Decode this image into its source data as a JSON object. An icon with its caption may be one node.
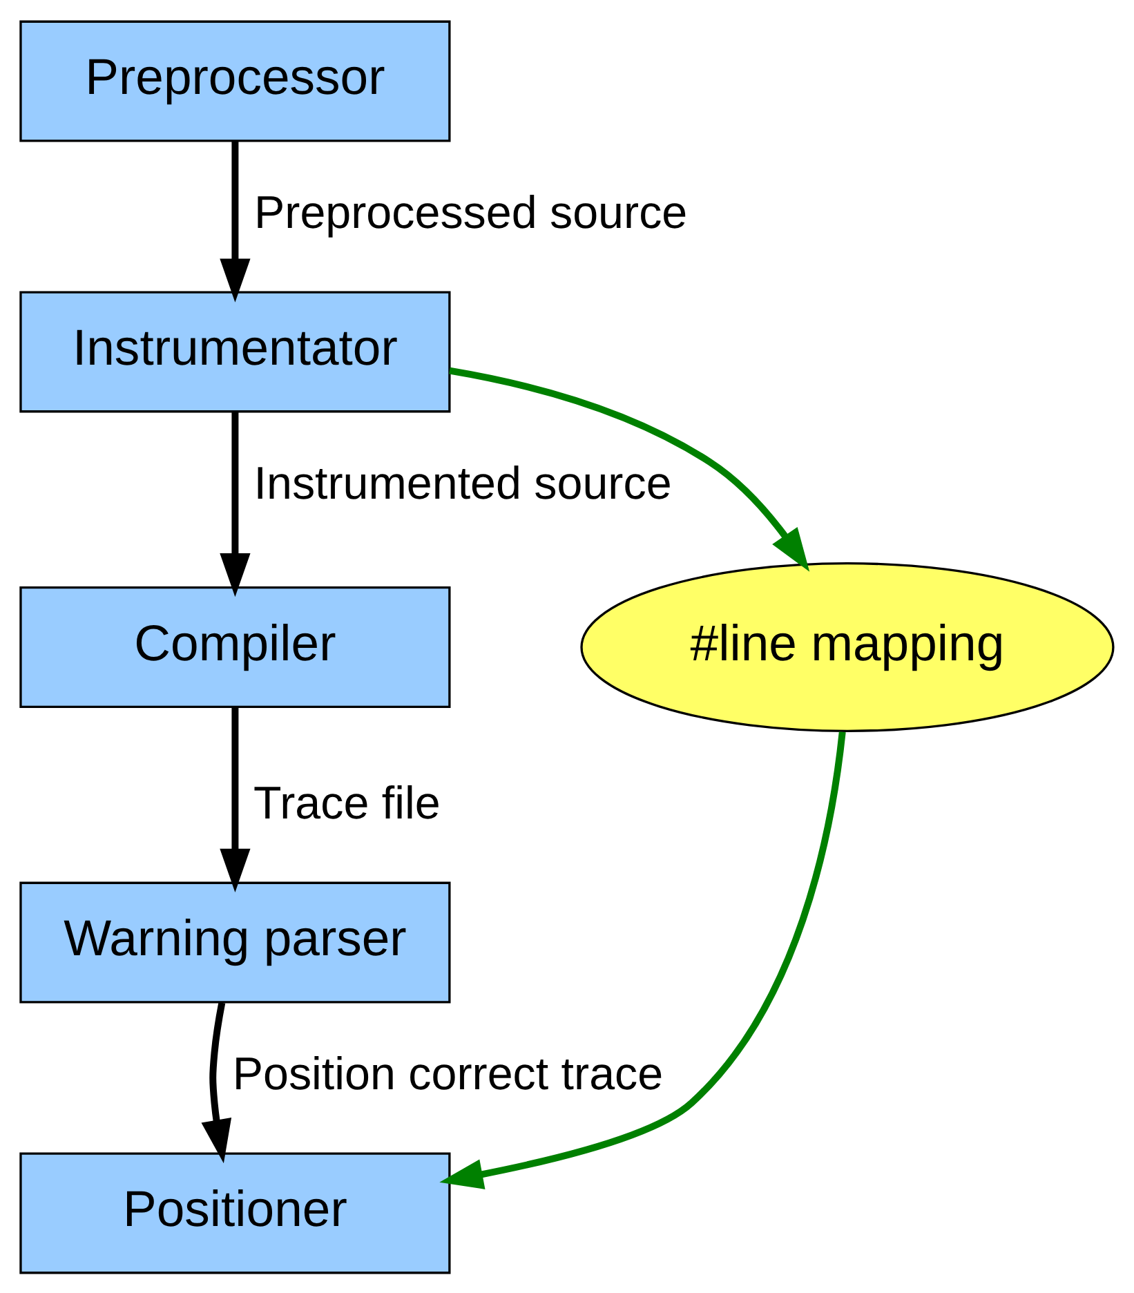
{
  "diagram": {
    "nodes": [
      {
        "text": [
          "Preprocessor"
        ]
      },
      {
        "text": [
          "Instrumentator"
        ]
      },
      {
        "text": [
          "Compiler"
        ]
      },
      {
        "text": [
          "Warning parser"
        ]
      },
      {
        "text": [
          "Positioner"
        ]
      },
      {
        "text": [
          "#line mapping"
        ]
      }
    ],
    "edges": [
      {
        "from": 0,
        "to": 1,
        "arrow": "to",
        "label": "Preprocessed source"
      },
      {
        "from": 1,
        "to": 2,
        "arrow": "to",
        "label": "Instrumented source"
      },
      {
        "from": 2,
        "to": 3,
        "arrow": "to",
        "label": "Trace file"
      },
      {
        "from": 3,
        "to": 4,
        "arrow": "to",
        "label": "Position correct trace"
      },
      {
        "from": 1,
        "to": 5,
        "arrow": "to",
        "color": "#008000"
      },
      {
        "from": 5,
        "to": 4,
        "arrow": "to",
        "color": "#008000"
      }
    ]
  }
}
